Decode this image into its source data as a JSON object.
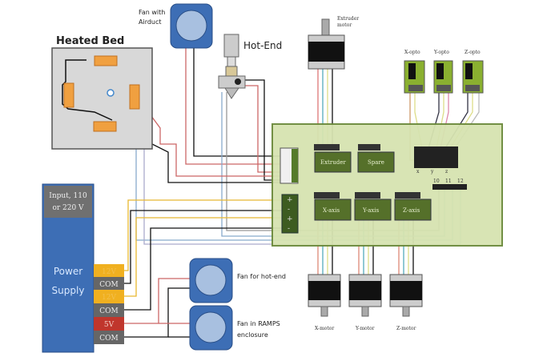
{
  "labels": {
    "heated_bed": "Heated Bed",
    "fan_airduct_1": "Fan with",
    "fan_airduct_2": "Airduct",
    "hot_end": "Hot-End",
    "extruder_motor_1": "Extruder",
    "extruder_motor_2": "motor",
    "x_opto": "X-opto",
    "y_opto": "Y-opto",
    "z_opto": "Z-opto",
    "fan_hotend": "Fan for hot-end",
    "fan_ramps_1": "Fan in RAMPS",
    "fan_ramps_2": "enclosure",
    "x_motor": "X-motor",
    "y_motor": "Y-motor",
    "z_motor": "Z-motor"
  },
  "board": {
    "extruder": "Extruder",
    "spare": "Spare",
    "x_axis": "X-axis",
    "y_axis": "Y-axis",
    "z_axis": "Z-axis",
    "endstop_x": "x",
    "endstop_y": "y",
    "endstop_z": "z",
    "pin_10": "10",
    "pin_11": "11",
    "pin_12": "12",
    "power_plus_1": "+",
    "power_minus_1": "-",
    "power_plus_2": "+",
    "power_minus_2": "-"
  },
  "power_supply": {
    "input_1": "Input, 110",
    "input_2": "or 220 V",
    "title_1": "Power",
    "title_2": "Supply",
    "terminals": [
      "12V",
      "COM",
      "12V",
      "COM",
      "5V",
      "COM"
    ]
  },
  "colors": {
    "board": "#d6e3b0",
    "module": "#55702a",
    "psu": "#3d6eb5",
    "fan": "#3d6eb5",
    "v12": "#f0b020",
    "com": "#666666",
    "v5": "#c0362c"
  }
}
